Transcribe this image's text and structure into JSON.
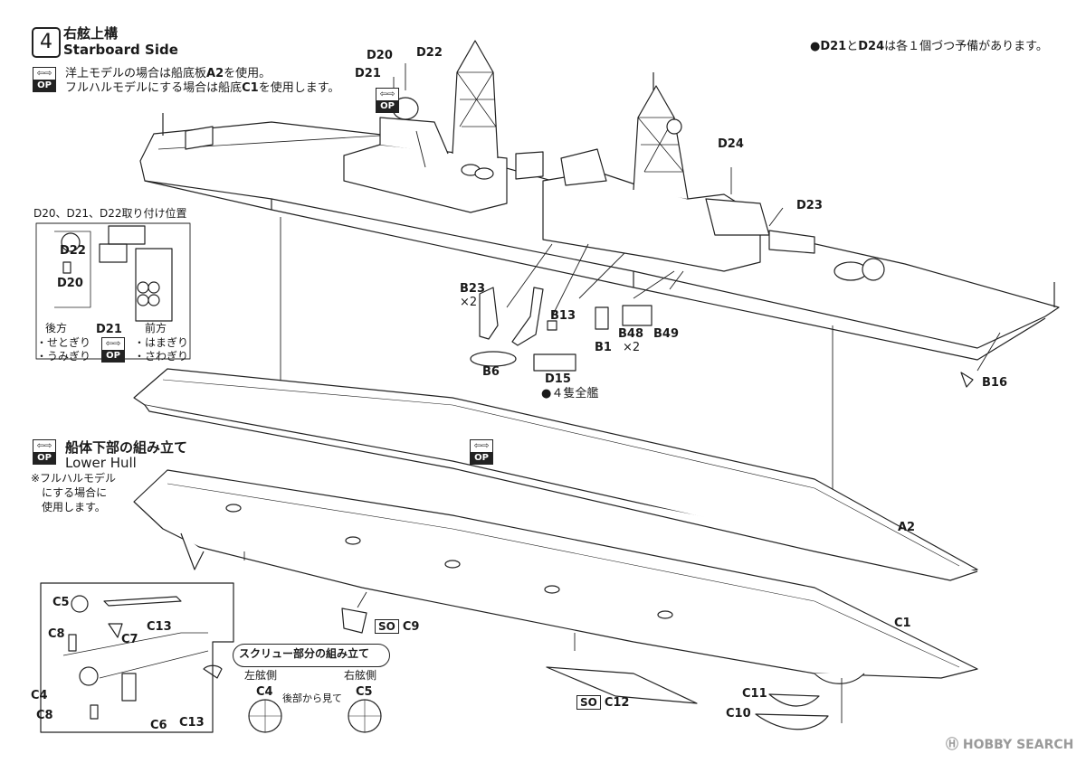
{
  "step": {
    "number": "4",
    "title_jp": "右舷上構",
    "title_en": "Starboard Side"
  },
  "notes": {
    "spare_pre": "●",
    "spare_b1": "D21",
    "spare_mid": "と",
    "spare_b2": "D24",
    "spare_post": "は各１個づつ予備があります。",
    "hull_line1_pre": "洋上モデルの場合は船底板",
    "hull_line1_bold": "A2",
    "hull_line1_post": "を使用。",
    "hull_line2_pre": "フルハルモデルにする場合は船底",
    "hull_line2_bold": "C1",
    "hull_line2_post": "を使用します。"
  },
  "op_badge": {
    "arrows": "⇦⇨",
    "label": "OP"
  },
  "inset_mount": {
    "title": "D20、D21、D22取り付け位置",
    "labels": [
      "D22",
      "D20",
      "D21"
    ],
    "rear_title": "後方",
    "rear_items": [
      "・せとぎり",
      "・うみぎり"
    ],
    "front_title": "前方",
    "front_items": [
      "・はまぎり",
      "・さわぎり"
    ]
  },
  "parts_upper": {
    "d20": "D20",
    "d22": "D22",
    "d21": "D21",
    "d24": "D24",
    "d23": "D23",
    "b23": "B23",
    "b23_qty": "×2",
    "b13": "B13",
    "b6": "B6",
    "d15": "D15",
    "d15_note": "●４隻全艦",
    "b1": "B1",
    "b48": "B48",
    "b48_qty": "×2",
    "b49": "B49",
    "b16": "B16"
  },
  "lower_hull": {
    "title_jp": "船体下部の組み立て",
    "title_en": "Lower Hull",
    "note": [
      "※フルハルモデル",
      "にする場合に",
      "使用します。"
    ],
    "a2": "A2",
    "c1": "C1",
    "so_tag": "SO",
    "c9": "C9",
    "c12": "C12",
    "c11": "C11",
    "c10": "C10"
  },
  "inset_screw": {
    "labels": [
      "C5",
      "C8",
      "C7",
      "C13",
      "C4",
      "C8",
      "C6",
      "C13"
    ],
    "title": "スクリュー部分の組み立て",
    "port": "左舷側",
    "starboard": "右舷側",
    "view": "後部から見て",
    "port_part": "C4",
    "starboard_part": "C5"
  },
  "watermark": "HOBBY SEARCH",
  "colors": {
    "line": "#222222",
    "paper": "#ffffff",
    "watermark": "#9a9a9a"
  }
}
